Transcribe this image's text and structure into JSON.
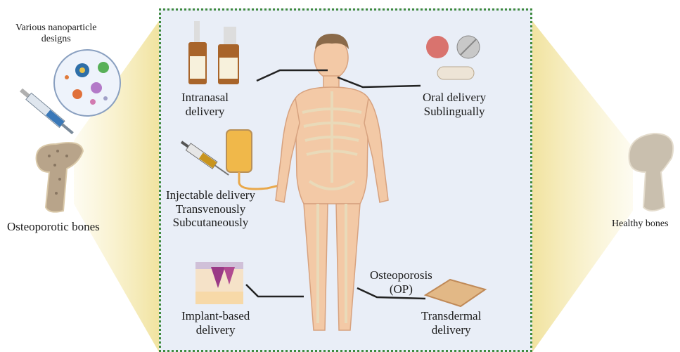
{
  "left": {
    "nanoparticle_label_line1": "Various nanoparticle",
    "nanoparticle_label_line2": "designs",
    "bone_label": "Osteoporotic bones"
  },
  "right": {
    "bone_label": "Healthy bones"
  },
  "center": {
    "intranasal_line1": "Intranasal",
    "intranasal_line2": "delivery",
    "oral_line1": "Oral delivery",
    "oral_line2": "Sublingually",
    "injectable_line1": "Injectable delivery",
    "injectable_line2": "Transvenously",
    "injectable_line3": "Subcutaneously",
    "op_line1": "Osteoporosis",
    "op_line2": "(OP)",
    "implant_line1": "Implant-based",
    "implant_line2": "delivery",
    "transdermal_line1": "Transdermal",
    "transdermal_line2": "delivery"
  },
  "colors": {
    "panel_background": "#e9eef7",
    "panel_border": "#3f8a3f",
    "highlight_beam": "#f3e7a8",
    "bone": "#d9c8a8",
    "skin": "#f3c9a6"
  }
}
